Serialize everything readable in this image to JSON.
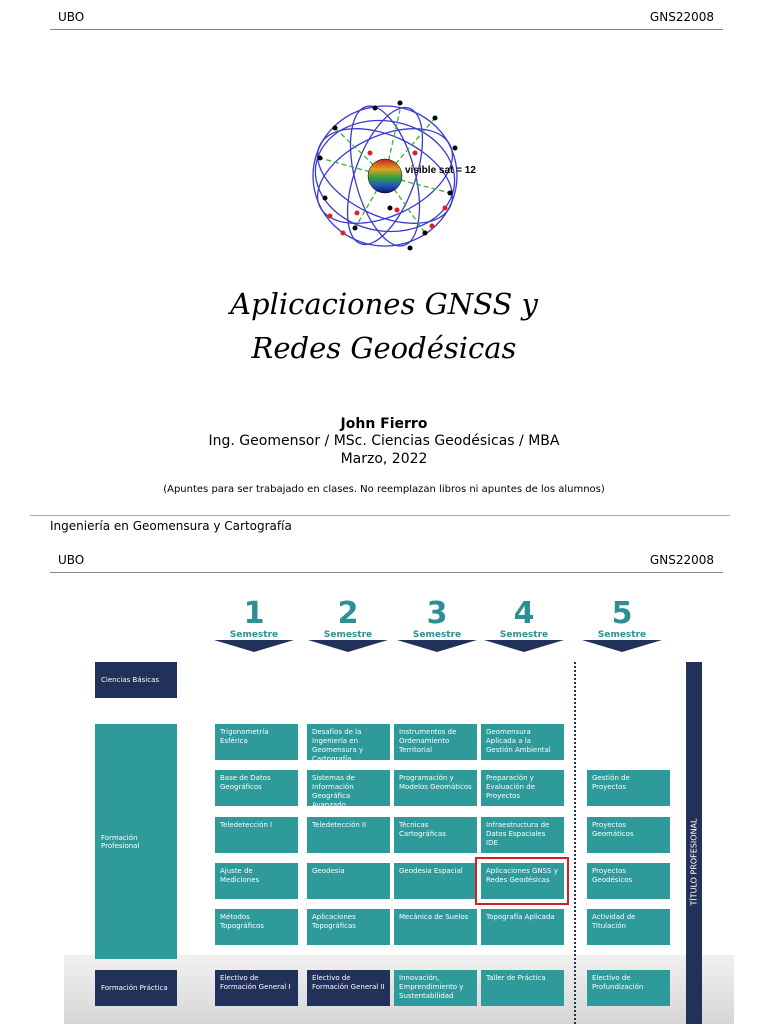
{
  "page1": {
    "header_left": "UBO",
    "header_right": "GNS22008",
    "figure_label": "visible sat = 12",
    "title_line1": "Aplicaciones GNSS y",
    "title_line2": "Redes Geodésicas",
    "author": "John Fierro",
    "credentials": "Ing. Geomensor / MSc. Ciencias Geodésicas / MBA",
    "date": "Marzo, 2022",
    "note": "(Apuntes para ser trabajado en clases. No reemplazan libros ni apuntes de los alumnos)",
    "footer": "Ingeniería en Geomensura y Cartografía"
  },
  "page2": {
    "header_left": "UBO",
    "header_right": "GNS22008",
    "semesters": [
      {
        "num": "1",
        "label": "Semestre"
      },
      {
        "num": "2",
        "label": "Semestre"
      },
      {
        "num": "3",
        "label": "Semestre"
      },
      {
        "num": "4",
        "label": "Semestre"
      },
      {
        "num": "5",
        "label": "Semestre"
      }
    ],
    "categories": {
      "basic": "Ciencias Básicas",
      "professional": "Formación Profesional",
      "practical": "Formación Práctica"
    },
    "side_title": "TÍTULO PROFESIONAL",
    "courses": {
      "r1": [
        "Trigonometría Esférica",
        "Desafíos de la Ingeniería en Geomensura y Cartografía",
        "Instrumentos de Ordenamiento Territorial",
        "Geomensura Aplicada a la Gestión Ambiental"
      ],
      "r2": [
        "Base de Datos Geográficos",
        "Sistemas de Información Geográfica Avanzado",
        "Programación y Modelos Geomáticos",
        "Preparación y Evaluación de Proyectos",
        "Gestión de Proyectos"
      ],
      "r3": [
        "Teledetección I",
        "Teledetección II",
        "Técnicas Cartográficas",
        "Infraestructura de Datos Espaciales IDE",
        "Proyectos Geomáticos"
      ],
      "r4": [
        "Ajuste de Mediciones",
        "Geodesia",
        "Geodesia Espacial",
        "Aplicaciones GNSS y Redes Geodésicas",
        "Proyectos Geodésicos"
      ],
      "r5": [
        "Métodos Topográficos",
        "Aplicaciones Topográficas",
        "Mecánica de Suelos",
        "Topografía Aplicada",
        "Actividad de Titulación"
      ],
      "r6": [
        "Electivo de Formación General I",
        "Electivo de Formación General II",
        "Innovación, Emprendimiento y Sustentabilidad",
        "Taller de Práctica",
        "Electivo de Profundización"
      ]
    },
    "colors": {
      "teal": "#2f9a9a",
      "navy": "#22315a",
      "highlight": "#d0202a"
    }
  }
}
